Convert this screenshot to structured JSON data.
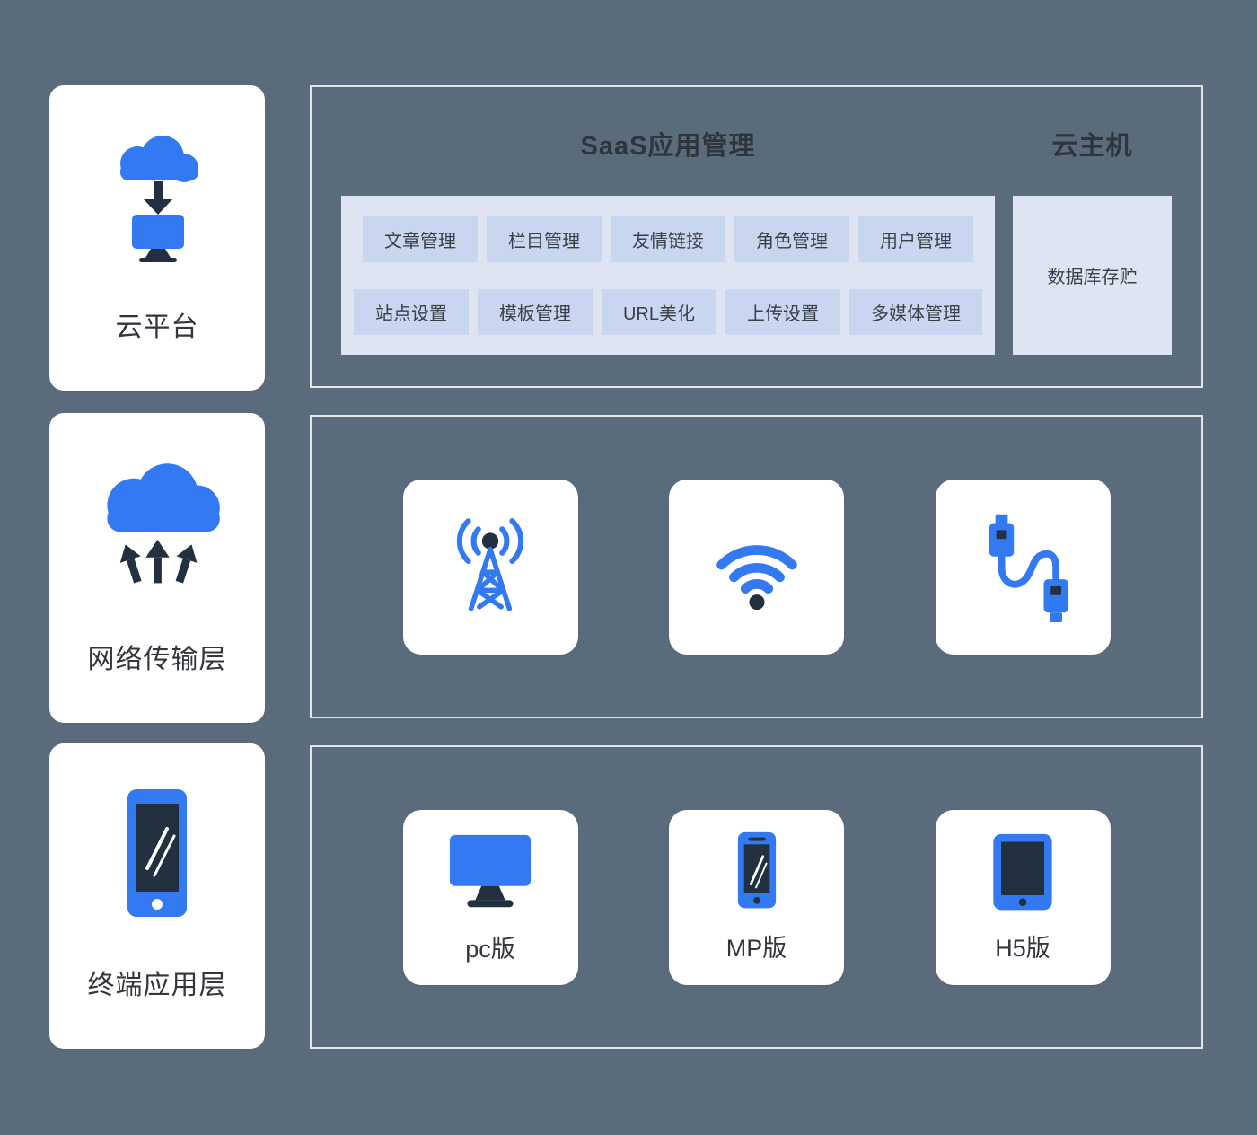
{
  "colors": {
    "background": "#5a6c7b",
    "accent_blue": "#3379f2",
    "dark_navy": "#22303f",
    "panel_bg": "#dee4f2",
    "chip_bg": "#c8d6ef",
    "box_border": "#e4e5e7",
    "text_dark": "#33373d"
  },
  "left_column": {
    "items": [
      {
        "label": "云平台",
        "icon": "cloud-to-monitor-icon"
      },
      {
        "label": "网络传输层",
        "icon": "cloud-upload-icon"
      },
      {
        "label": "终端应用层",
        "icon": "smartphone-icon"
      }
    ]
  },
  "saas_section": {
    "title": "SaaS应用管理",
    "host_title": "云主机",
    "chips": [
      [
        "文章管理",
        "栏目管理",
        "友情链接",
        "角色管理",
        "用户管理"
      ],
      [
        "站点设置",
        "模板管理",
        "URL美化",
        "上传设置",
        "多媒体管理"
      ]
    ],
    "database_label": "数据库存贮"
  },
  "network_section": {
    "items": [
      {
        "icon": "signal-tower-icon"
      },
      {
        "icon": "wifi-icon"
      },
      {
        "icon": "usb-cable-icon"
      }
    ]
  },
  "terminal_section": {
    "items": [
      {
        "label": "pc版",
        "icon": "desktop-icon"
      },
      {
        "label": "MP版",
        "icon": "mobile-icon"
      },
      {
        "label": "H5版",
        "icon": "tablet-icon"
      }
    ]
  }
}
